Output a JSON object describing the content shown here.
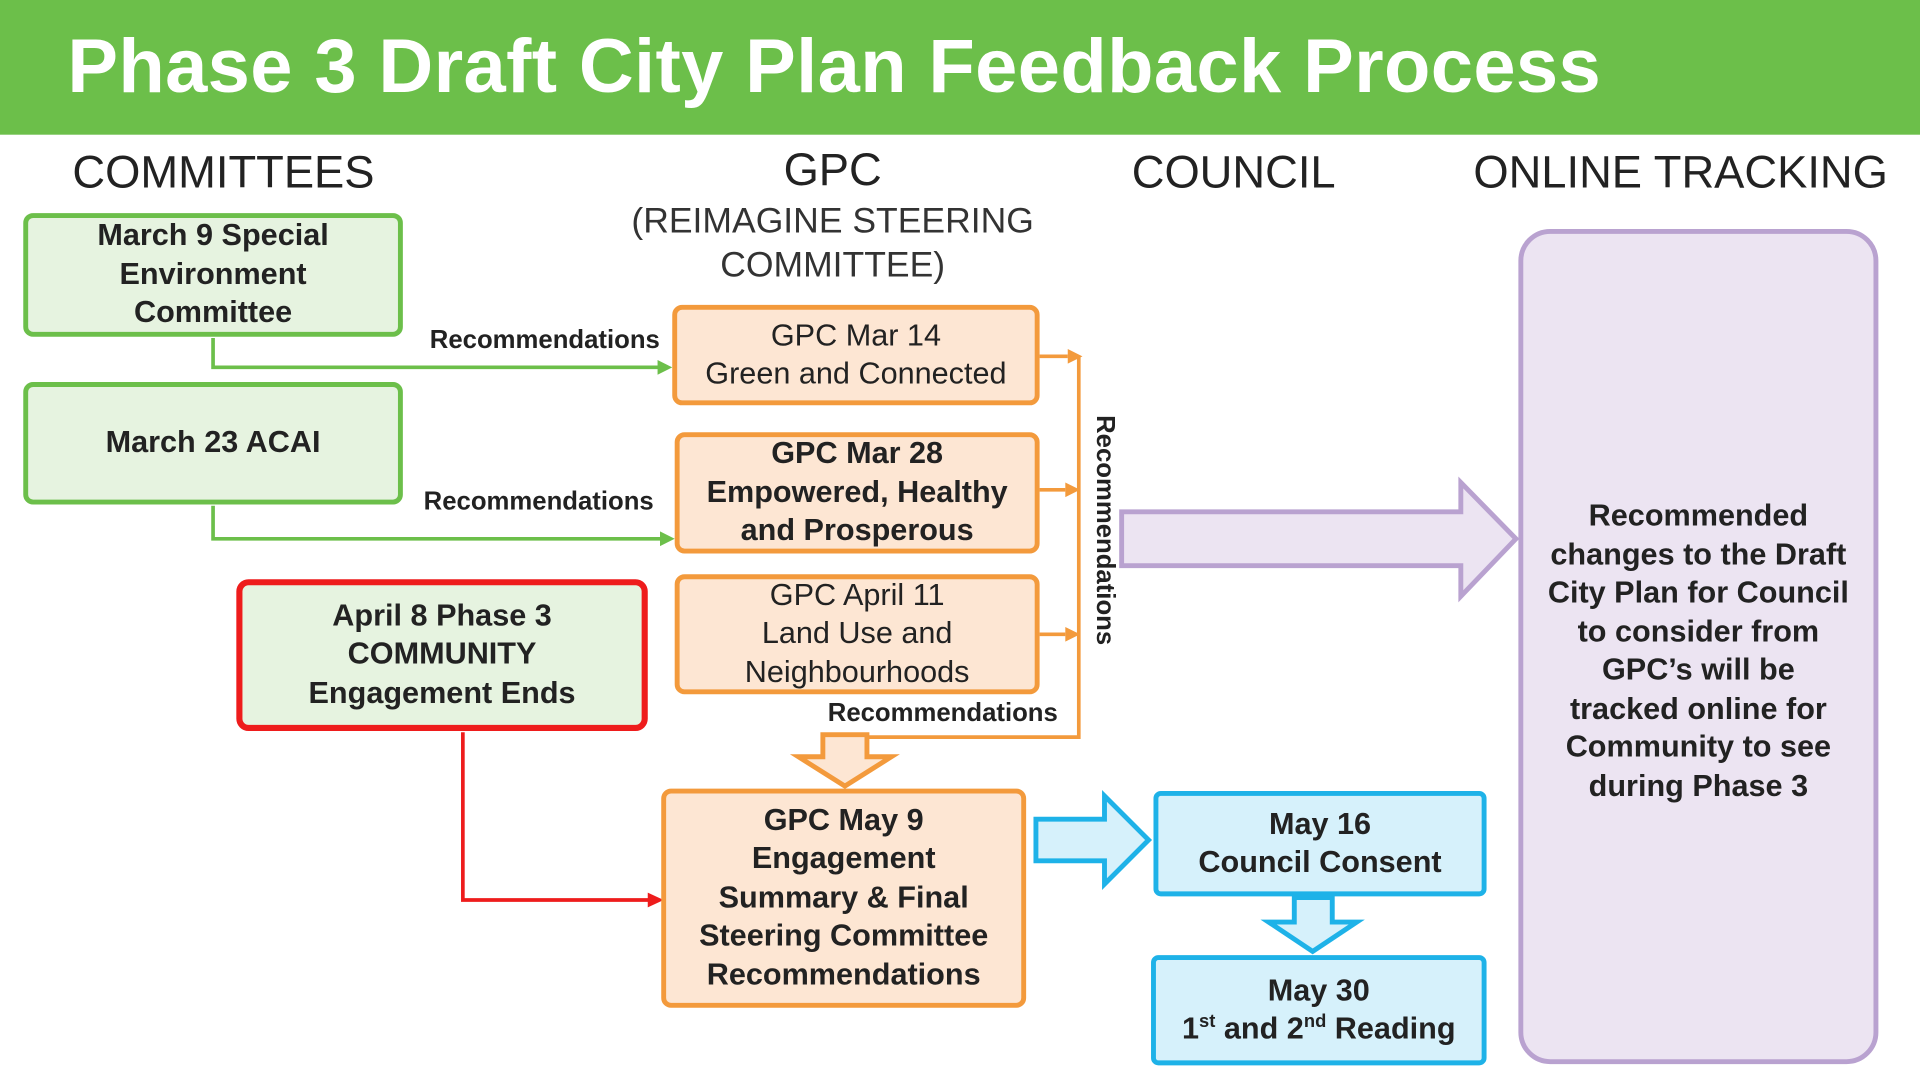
{
  "title": "Phase 3 Draft City Plan Feedback Process",
  "columns": {
    "committees": "COMMITTEES",
    "gpc": "GPC",
    "gpc_sub_line1": "(REIMAGINE STEERING",
    "gpc_sub_line2": "COMMITTEE)",
    "council": "COUNCIL",
    "online": "ONLINE TRACKING"
  },
  "committees": {
    "march9": [
      "March 9 Special",
      "Environment",
      "Committee"
    ],
    "march23": [
      "March 23 ACAI"
    ],
    "april8": [
      "April 8 Phase 3",
      "COMMUNITY",
      "Engagement Ends"
    ]
  },
  "gpc_meetings": {
    "mar14": [
      "GPC Mar 14",
      "Green and Connected"
    ],
    "mar28": [
      "GPC Mar 28",
      "Empowered, Healthy",
      "and Prosperous"
    ],
    "apr11": [
      "GPC April 11",
      "Land Use and",
      "Neighbourhoods"
    ],
    "may9": [
      "GPC May 9",
      "Engagement",
      "Summary & Final",
      "Steering Committee",
      "Recommendations"
    ]
  },
  "council": {
    "may16": [
      "May 16",
      "Council Consent"
    ],
    "may30_line1": "May 30",
    "may30_line2": {
      "n1": "1",
      "s1": "st",
      "mid": " and 2",
      "s2": "nd",
      "end": " Reading"
    }
  },
  "online_tracking": [
    "Recommended",
    "changes to the Draft",
    "City Plan for Council",
    "to consider from",
    "GPC’s will be",
    "tracked online for",
    "Community to see",
    "during Phase 3"
  ],
  "labels": {
    "rec1": "Recommendations",
    "rec2": "Recommendations",
    "rec3": "Recommendations",
    "rec_vertical": "Recommendations"
  },
  "colors": {
    "banner": "#6cbf4a",
    "green": "#6cbf4a",
    "red": "#ee1c1c",
    "orange": "#f39a3c",
    "blue": "#1eb2e8",
    "purple": "#b9a2d0"
  }
}
